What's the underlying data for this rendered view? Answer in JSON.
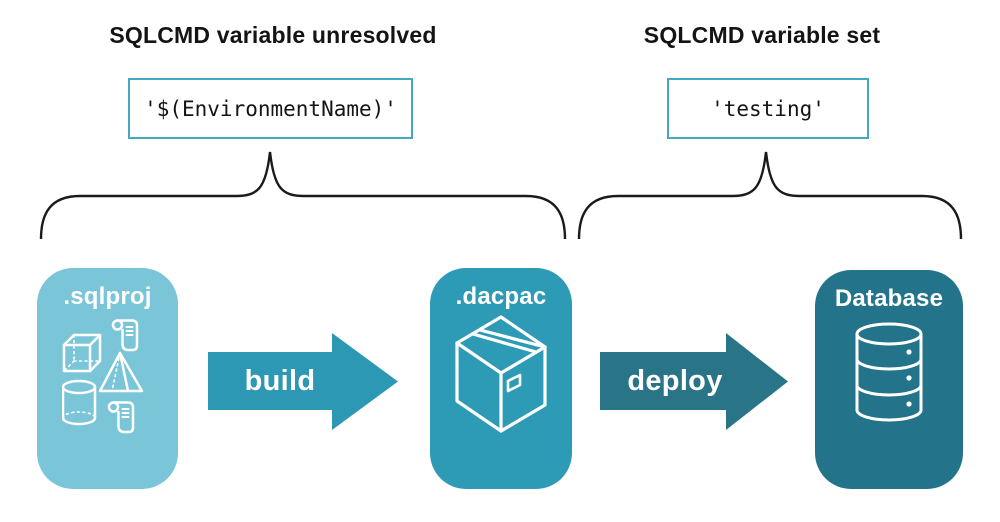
{
  "diagram": {
    "left_section": {
      "title": "SQLCMD variable unresolved",
      "code": "'$(EnvironmentName)'"
    },
    "right_section": {
      "title": "SQLCMD variable set",
      "code": "'testing'"
    },
    "stages": [
      {
        "label": ".sqlproj",
        "icon": "sql-objects-icon",
        "color": "#7bc5d8"
      },
      {
        "label": ".dacpac",
        "icon": "package-box-icon",
        "color": "#2e9bb6"
      },
      {
        "label": "Database",
        "icon": "database-cylinder-icon",
        "color": "#23748a"
      }
    ],
    "arrows": [
      {
        "label": "build",
        "color": "#2d98b3"
      },
      {
        "label": "deploy",
        "color": "#2a7487"
      }
    ],
    "colors": {
      "background": "#ffffff",
      "title_text": "#141414",
      "code_text": "#141414",
      "code_border": "#44a8c5",
      "brace": "#1a1a1a",
      "stage_label": "#ffffff",
      "arrow_label": "#ffffff",
      "icon_stroke": "#ffffff"
    }
  }
}
